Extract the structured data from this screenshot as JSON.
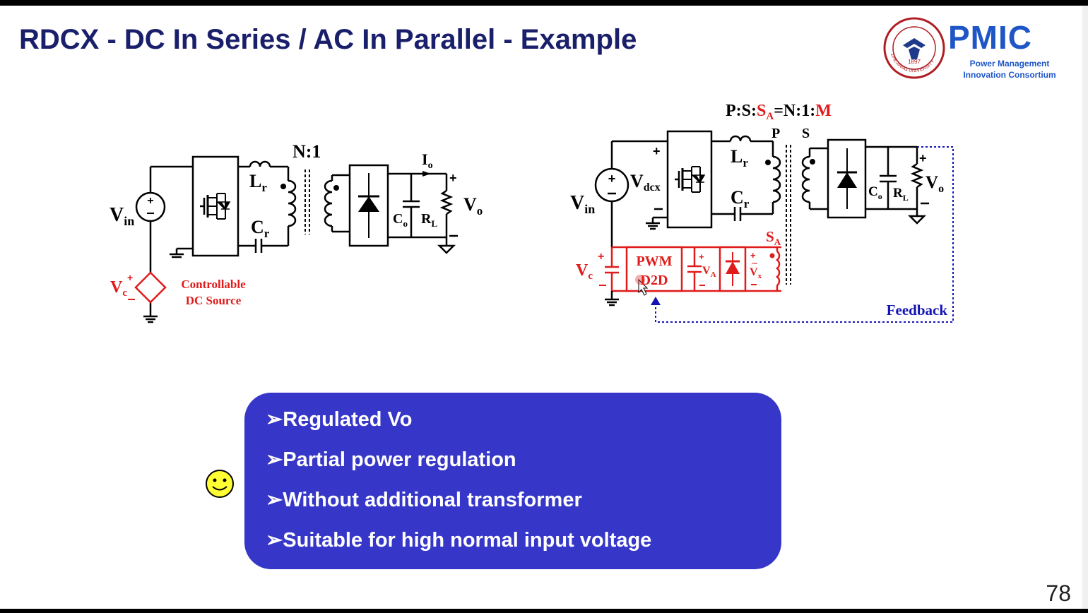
{
  "slide": {
    "title": "RDCX - DC In Series / AC In Parallel - Example",
    "page_number": "78"
  },
  "logo": {
    "brand": "PMIC",
    "line1": "Power Management",
    "line2": "Innovation Consortium",
    "seal_text": "ZHEJIANG UNIVERSITY",
    "seal_year": "1897"
  },
  "left_circuit": {
    "vin_main": "V",
    "vin_sub": "in",
    "lr_main": "L",
    "lr_sub": "r",
    "cr_main": "C",
    "cr_sub": "r",
    "ratio": "N:1",
    "io_main": "I",
    "io_sub": "o",
    "co_main": "C",
    "co_sub": "o",
    "rl_main": "R",
    "rl_sub": "L",
    "vo_main": "V",
    "vo_sub": "o",
    "vc_main": "V",
    "vc_sub": "c",
    "source_line1": "Controllable",
    "source_line2": "DC Source"
  },
  "right_circuit": {
    "ratio_prefix": "P:S:",
    "ratio_sa_main": "S",
    "ratio_sa_sub": "A",
    "ratio_mid": "=N:1:",
    "ratio_m": "M",
    "p_label": "P",
    "s_label": "S",
    "vin_main": "V",
    "vin_sub": "in",
    "vdcx_main": "V",
    "vdcx_sub": "dcx",
    "lr_main": "L",
    "lr_sub": "r",
    "cr_main": "C",
    "cr_sub": "r",
    "co_main": "C",
    "co_sub": "o",
    "rl_main": "R",
    "rl_sub": "L",
    "vo_main": "V",
    "vo_sub": "o",
    "vc_main": "V",
    "vc_sub": "c",
    "pwm_line1": "PWM",
    "pwm_line2": "D2D",
    "va_main": "V",
    "va_sub": "A",
    "vx_main": "V",
    "vx_sub": "x",
    "sa_main": "S",
    "sa_sub": "A",
    "feedback": "Feedback"
  },
  "bullets": [
    "➢Regulated Vo",
    "➢Partial power regulation",
    "➢Without additional transformer",
    "➢Suitable for high normal input voltage"
  ],
  "colors": {
    "title": "#1a1f6b",
    "aux_red": "#e01b1b",
    "feedback_blue": "#1414b4",
    "bullet_box": "#3636c8",
    "logo_blue": "#1e56c8"
  }
}
